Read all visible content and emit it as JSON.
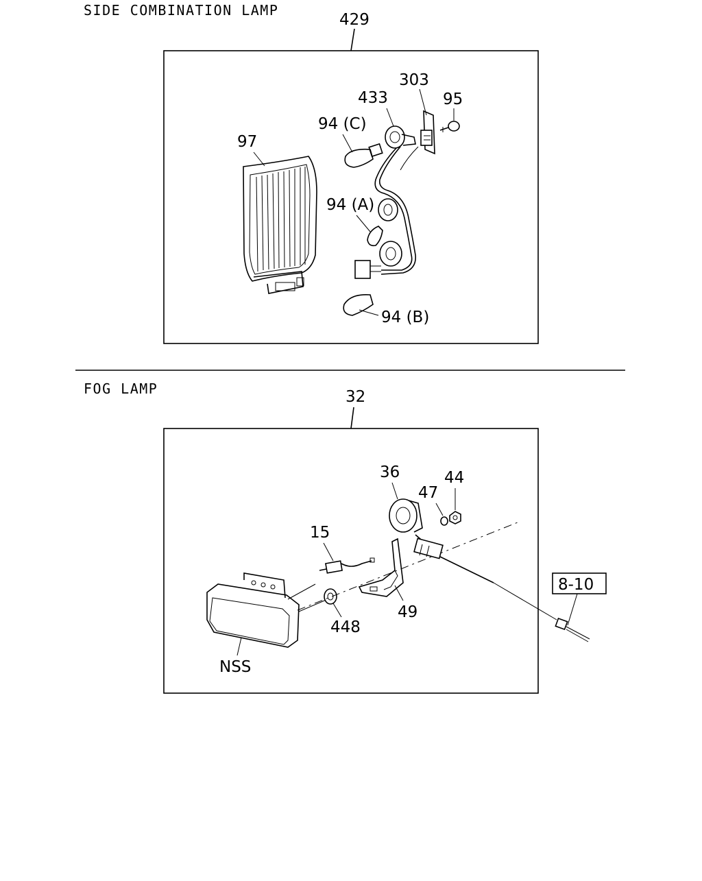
{
  "sections": {
    "side": {
      "heading": "SIDE COMBINATION LAMP",
      "assembly": "429",
      "parts": {
        "lens": "97",
        "bulb_c": "94 (C)",
        "socket": "433",
        "connector": "303",
        "screw": "95",
        "bulb_a": "94 (A)",
        "bulb_b": "94 (B)"
      }
    },
    "fog": {
      "heading": "FOG LAMP",
      "assembly": "32",
      "parts": {
        "housing": "36",
        "washer": "47",
        "nut": "44",
        "bulb": "15",
        "grommet": "448",
        "bracket": "49",
        "lamp": "NSS",
        "ref": "8-10"
      }
    }
  }
}
